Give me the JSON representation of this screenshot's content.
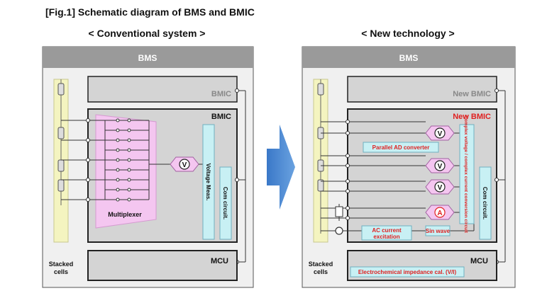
{
  "figure_title": "[Fig.1] Schematic diagram of BMS and BMIC",
  "left_panel": {
    "heading": "< Conventional system >",
    "bms_label": "BMS",
    "bmic_top_label": "BMIC",
    "bmic_main_label": "BMIC",
    "multiplexer_label": "Multiplexer",
    "voltage_meas_label": "Voltage Meas.",
    "com_circuit_label": "Com circuit.",
    "mcu_label": "MCU",
    "stacked_cells_label_1": "Stacked",
    "stacked_cells_label_2": "cells",
    "voltmeter_symbol": "V"
  },
  "right_panel": {
    "heading": "< New technology >",
    "bms_label": "BMS",
    "bmic_top_label": "New BMIC",
    "bmic_main_label": "New BMIC",
    "parallel_ad_label": "Parallel AD converter",
    "complex_conv_label": "Complex voltage / complex current conversion circuit",
    "com_circuit_label": "Com circuit.",
    "ac_current_label_1": "AC current",
    "ac_current_label_2": "excitation",
    "sin_wave_label": "Sin wave",
    "mcu_label": "MCU",
    "impedance_label": "Electrochemical impedance cal. (V/I)",
    "stacked_cells_label_1": "Stacked",
    "stacked_cells_label_2": "cells",
    "voltmeter_symbol": "V",
    "ammeter_symbol": "A"
  },
  "colors": {
    "bms_header": "#9a9a9a",
    "bms_body": "#f0f0f0",
    "bmic_fill": "#d4d4d4",
    "multiplexer_fill": "#f4c6f0",
    "cyan_fill": "#c8f0f4",
    "red_text": "#e02020",
    "cell_strip": "#f4f4c0",
    "arrow": "#5b8fd0"
  }
}
